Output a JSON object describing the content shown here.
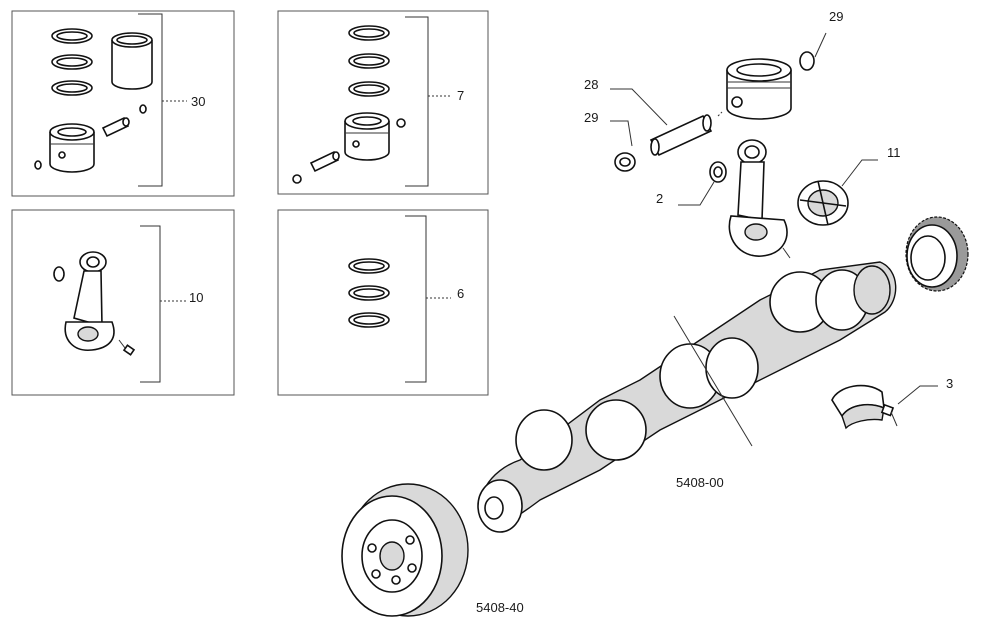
{
  "labels": {
    "kit_piston_liner": "30",
    "kit_piston": "7",
    "kit_conrod": "10",
    "kit_rings": "6",
    "circlip_top": "29",
    "pin": "28",
    "circlip_left": "29",
    "conrod_bush": "2",
    "bearing_shell": "11",
    "main_bearing": "3",
    "crankshaft_group": "5408-00",
    "pulley_group": "5408-40"
  },
  "colors": {
    "line": "#111111",
    "frame": "#555555",
    "shade": "#d9d9d9"
  }
}
